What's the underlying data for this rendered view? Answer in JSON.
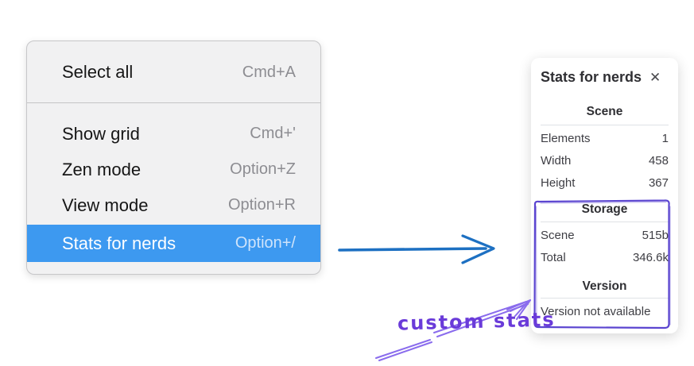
{
  "context_menu": {
    "items": [
      {
        "label": "Select all",
        "shortcut": "Cmd+A",
        "highlighted": false
      },
      {
        "label": "Show grid",
        "shortcut": "Cmd+'",
        "highlighted": false
      },
      {
        "label": "Zen mode",
        "shortcut": "Option+Z",
        "highlighted": false
      },
      {
        "label": "View mode",
        "shortcut": "Option+R",
        "highlighted": false
      },
      {
        "label": "Stats for nerds",
        "shortcut": "Option+/",
        "highlighted": true
      }
    ]
  },
  "stats_panel": {
    "title": "Stats for nerds",
    "close_icon": "✕",
    "sections": [
      {
        "heading": "Scene",
        "rows": [
          [
            "Elements",
            "1"
          ],
          [
            "Width",
            "458"
          ],
          [
            "Height",
            "367"
          ]
        ]
      },
      {
        "heading": "Storage",
        "rows": [
          [
            "Scene",
            "515b"
          ],
          [
            "Total",
            "346.6k"
          ]
        ]
      },
      {
        "heading": "Version",
        "rows": [],
        "note": "Version not available"
      }
    ]
  },
  "annotation": {
    "label": "custom stats"
  },
  "colors": {
    "menu_bg": "#f1f1f2",
    "menu_border": "#c7c7c9",
    "menu_label": "#161616",
    "menu_shortcut": "#8d8d92",
    "highlight": "#3d99f0",
    "highlight_text": "#ffffff",
    "blue_arrow": "#1d70c2",
    "panel_text": "#3e3e44",
    "panel_rule": "#dfe2e6",
    "annotation_purple": "#6a3bd9",
    "annotation_arrow": "#8a6ced",
    "annotation_box": "#5b45d0"
  }
}
